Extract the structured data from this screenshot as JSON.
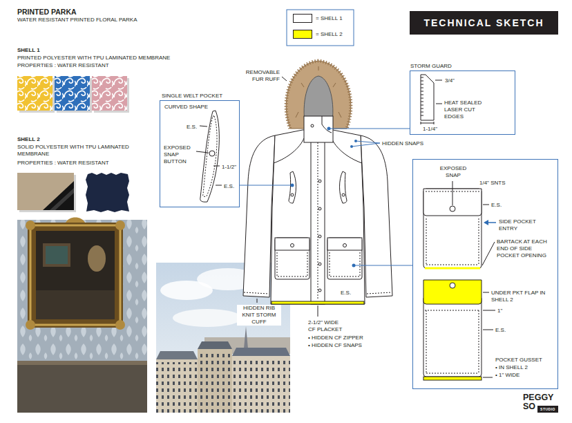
{
  "diagram": {
    "title": "PRINTED PARKA",
    "nodes": [
      {
        "text": [
          "TECHNICAL SKETCH"
        ]
      },
      {
        "text": [
          "STORM GUARD",
          "3/4\"",
          "HEAT SEALED LASER CUT EDGES",
          "1-1/4\""
        ]
      },
      {
        "text": [
          "SINGLE WELT POCKET",
          "CURVED SHAPE",
          "E.S.",
          "EXPOSED SNAP BUTTON",
          "1-1/2\"",
          "E.S."
        ]
      },
      {
        "text": [
          "EXPOSED SNAP",
          "1/4\" SNTS",
          "E.S.",
          "SIDE POCKET ENTRY",
          "BARTACK AT EACH END OF SIDE POCKET OPENING",
          "UNDER PKT FLAP IN SHELL 2",
          "1\"",
          "E.S.",
          "POCKET GUSSET",
          "• IN SHELL 2",
          "• 1\" WIDE"
        ]
      },
      {
        "text": [
          "STUDIO"
        ]
      }
    ],
    "labels": [
      "WATER RESISTANT PRINTED FLORAL PARKA",
      "SHELL 1",
      "PRINTED POLYESTER WITH TPU LAMINATED MEMBRANE",
      "PROPERTIES : WATER RESISTANT",
      "SHELL 2",
      "SOLID POLYESTER WITH TPU LAMINATED MEMBRANE",
      "PROPERTIES : WATER RESISTANT",
      "REMOVABLE FUR RUFF",
      "HIDDEN SNAPS",
      "E.S.",
      "HIDDEN RIB KNIT STORM CUFF",
      "2-1/2\" WIDE CF PLACKET",
      "• HIDDEN CF ZIPPER",
      "• HIDDEN CF SNAPS",
      "PEGGY SO"
    ],
    "legend": [
      {
        "text": "= SHELL 1",
        "color": "#ffffff"
      },
      {
        "text": "= SHELL 2",
        "color": "#ffff00"
      }
    ]
  }
}
